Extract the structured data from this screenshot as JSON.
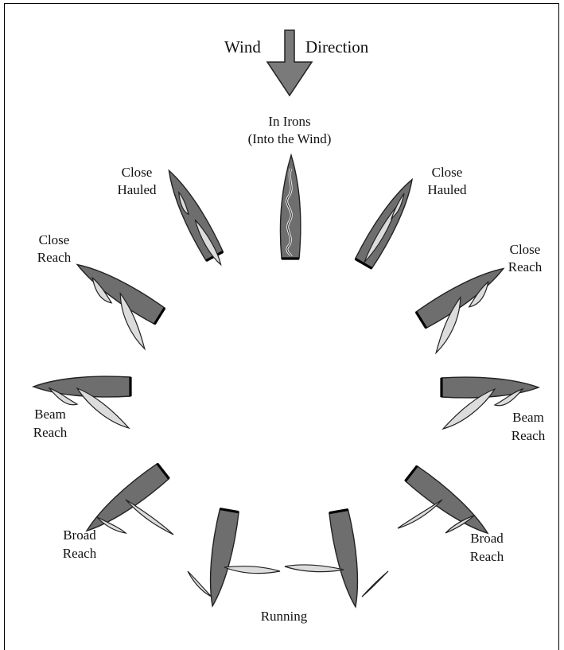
{
  "wind": {
    "word1": "Wind",
    "word2": "Direction"
  },
  "labels": {
    "in_irons_1": "In Irons",
    "in_irons_2": "(Into the Wind)",
    "close_hauled_l_1": "Close",
    "close_hauled_l_2": "Hauled",
    "close_hauled_r_1": "Close",
    "close_hauled_r_2": "Hauled",
    "close_reach_l_1": "Close",
    "close_reach_l_2": "Reach",
    "close_reach_r_1": "Close",
    "close_reach_r_2": "Reach",
    "beam_reach_l_1": "Beam",
    "beam_reach_l_2": "Reach",
    "beam_reach_r_1": "Beam",
    "beam_reach_r_2": "Reach",
    "broad_reach_l_1": "Broad",
    "broad_reach_l_2": "Reach",
    "broad_reach_r_1": "Broad",
    "broad_reach_r_2": "Reach",
    "running": "Running"
  },
  "colors": {
    "hull": "#6e6e6e",
    "sail": "#dcdcdc",
    "arrow": "#7a7a7a"
  }
}
